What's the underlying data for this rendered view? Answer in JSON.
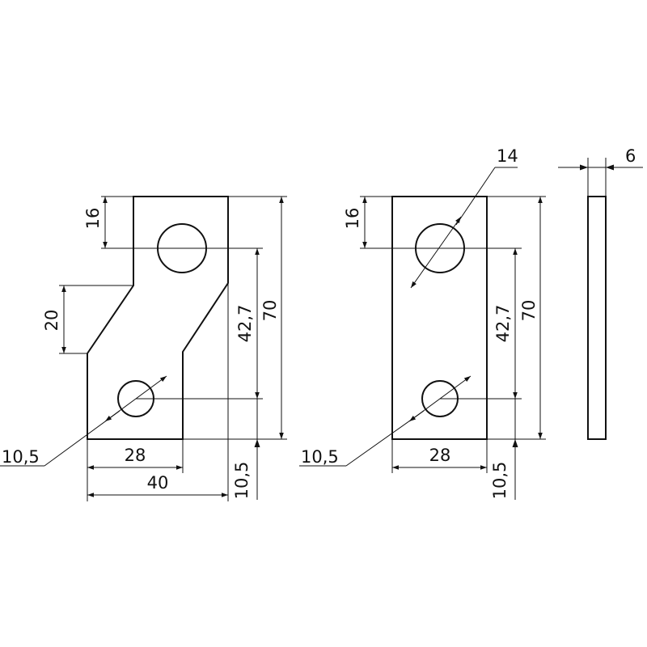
{
  "colors": {
    "ink": "#111111",
    "paper": "#ffffff"
  },
  "left_part": {
    "height": "70",
    "hole_center": "42,7",
    "top_offset": "16",
    "step_height": "20",
    "lower_width": "28",
    "total_width": "40",
    "hole_diameter": "10,5",
    "bottom_offset": "10,5"
  },
  "middle_part": {
    "big_hole_diameter": "14",
    "top_offset": "16",
    "hole_center": "42,7",
    "height": "70",
    "hole_diameter": "10,5",
    "width": "28",
    "bottom_offset": "10,5"
  },
  "side_view": {
    "thickness": "6"
  }
}
